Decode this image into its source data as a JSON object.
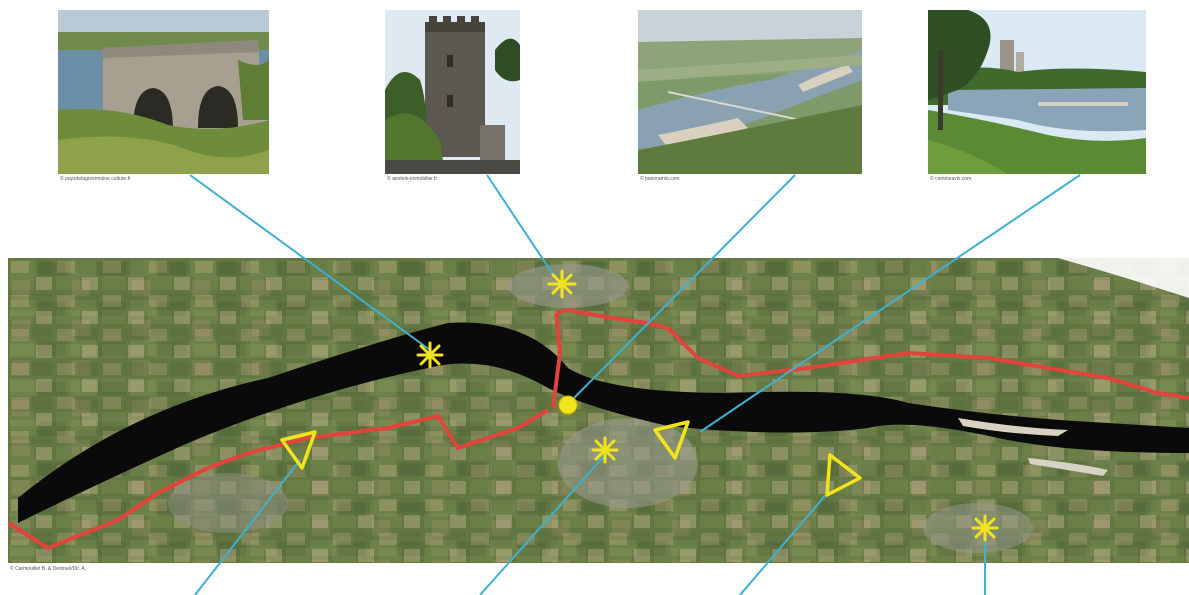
{
  "photos": [
    {
      "credit": "© paysdelagroirimoine.culture.fr"
    },
    {
      "credit": "© aeotele-immobilier.fr"
    },
    {
      "credit": "© panoramio.com"
    },
    {
      "credit": "© commeavis.com"
    }
  ],
  "map": {
    "credit": "© Carmouillet B. & Destruel/Dir. A."
  },
  "colors": {
    "river": "#0a0a0a",
    "route": "#e0443c",
    "marker": "#f2e41c",
    "connector": "#3fb0d0"
  },
  "legend_icons": [
    "asterisk-marker-icon",
    "viewpoint-triangle-icon",
    "town-dot-icon"
  ]
}
